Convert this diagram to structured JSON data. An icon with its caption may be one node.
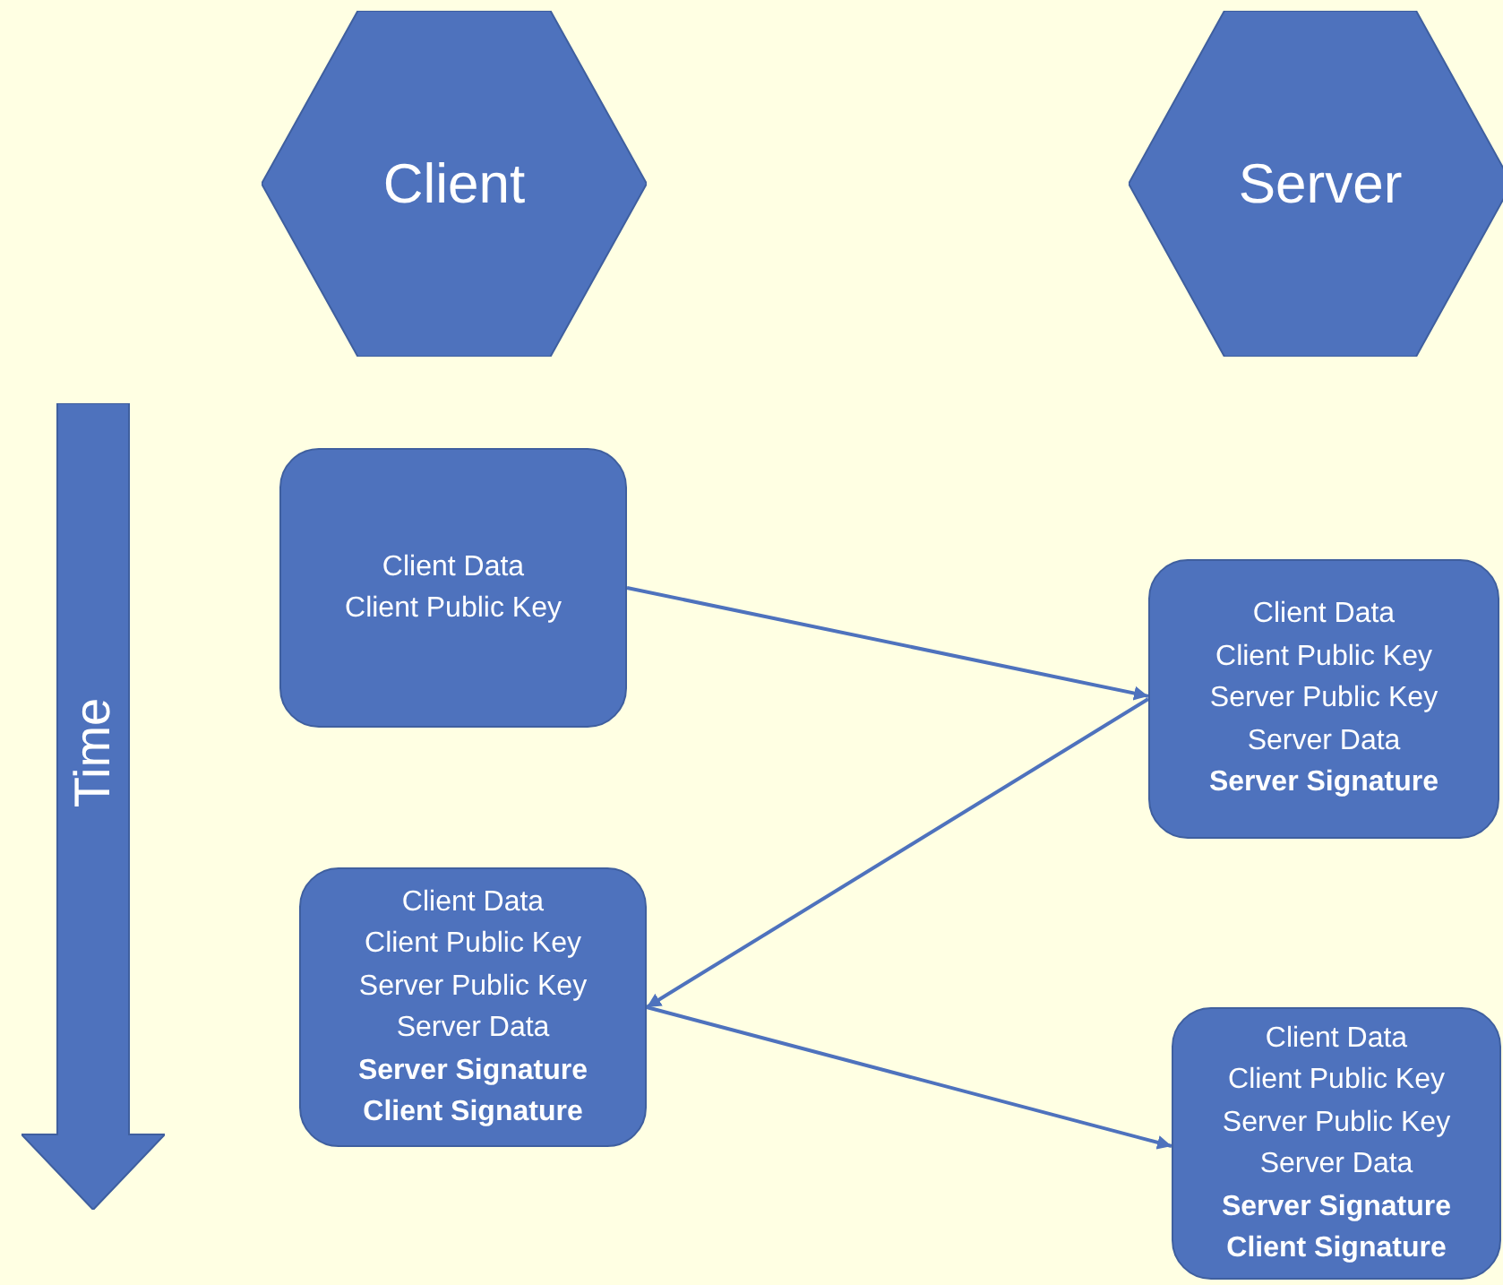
{
  "diagram": {
    "nodes": [
      {
        "text": [
          "Client"
        ]
      },
      {
        "text": [
          "Server"
        ]
      },
      {
        "text": [
          "Time"
        ]
      },
      {
        "text": [
          "Client Data",
          "Client Public Key"
        ]
      },
      {
        "text": [
          "Client Data",
          "Client Public Key",
          "Server Public Key",
          "Server Data",
          "**Server Signature**"
        ]
      },
      {
        "text": [
          "Client Data",
          "Client Public Key",
          "Server Public Key",
          "Server Data",
          "**Server Signature**",
          "**Client Signature**"
        ]
      },
      {
        "text": [
          "Client Data",
          "Client Public Key",
          "Server Public Key",
          "Server Data",
          "**Server Signature**",
          "**Client Signature**"
        ]
      }
    ],
    "edges": [
      {
        "from": 3,
        "to": 4,
        "arrow": "to"
      },
      {
        "from": 4,
        "to": 5,
        "arrow": "to"
      },
      {
        "from": 5,
        "to": 6,
        "arrow": "to"
      }
    ]
  }
}
